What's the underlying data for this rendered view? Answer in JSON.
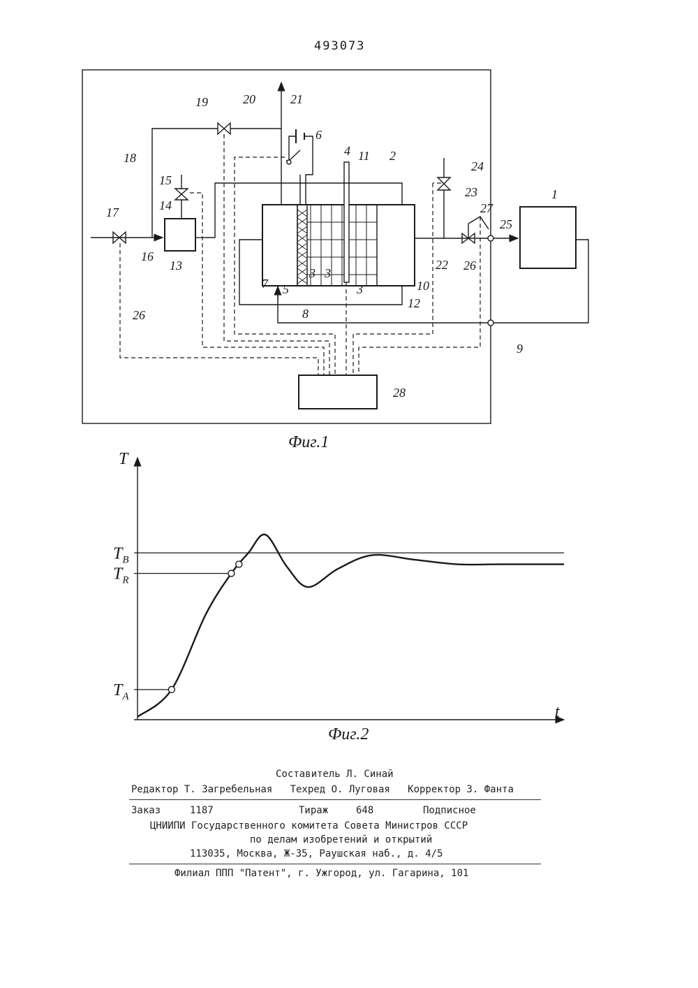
{
  "page_number": "493073",
  "figure1": {
    "caption": "Фиг.1",
    "labels": {
      "n1": "1",
      "n2": "2",
      "n3a": "3",
      "n3b": "3",
      "n3c": "3",
      "n4": "4",
      "n5": "5",
      "n6": "6",
      "n7": "7",
      "n8": "8",
      "n9": "9",
      "n10": "10",
      "n11": "11",
      "n12": "12",
      "n13": "13",
      "n14": "14",
      "n15": "15",
      "n16": "16",
      "n17": "17",
      "n18": "18",
      "n19": "19",
      "n20": "20",
      "n21": "21",
      "n22": "22",
      "n23": "23",
      "n24": "24",
      "n25": "25",
      "n26a": "26",
      "n26b": "26",
      "n27": "27",
      "n28": "28"
    }
  },
  "figure2": {
    "caption": "Фиг.2",
    "y_axis_label": "T",
    "x_axis_label": "t",
    "levels": [
      "T_B",
      "T_R",
      "T_A"
    ]
  },
  "chart_data": {
    "type": "line",
    "title": "Фиг.2",
    "xlabel": "t",
    "ylabel": "T",
    "y_levels": {
      "T_B": 0.72,
      "T_R": 0.63,
      "T_A": 0.12
    },
    "series": [
      {
        "x": [
          0,
          0.08,
          0.16,
          0.22,
          0.26,
          0.3,
          0.35,
          0.4,
          0.47,
          0.55,
          0.65,
          0.75,
          0.85,
          0.95,
          1.0
        ],
        "y": [
          0.0,
          0.12,
          0.45,
          0.63,
          0.72,
          0.8,
          0.66,
          0.57,
          0.65,
          0.71,
          0.69,
          0.67,
          0.67,
          0.67,
          0.67
        ]
      }
    ]
  },
  "imprint": {
    "compiler": "Составитель Л. Синай",
    "editors": "Редактор Т. Загребельная   Техред О. Луговая   Корректор З. Фанта",
    "order_label": "Заказ",
    "order_value": "1187",
    "circulation_label": "Тираж",
    "circulation_value": "648",
    "subscription": "Подписное",
    "org": "ЦНИИПИ Государственного комитета Совета Министров СССР",
    "org2": "по делам изобретений и открытий",
    "address": "113035, Москва, Ж-35, Раушская наб., д. 4/5",
    "branch": "Филиал ППП \"Патент\", г. Ужгород, ул. Гагарина, 101"
  }
}
